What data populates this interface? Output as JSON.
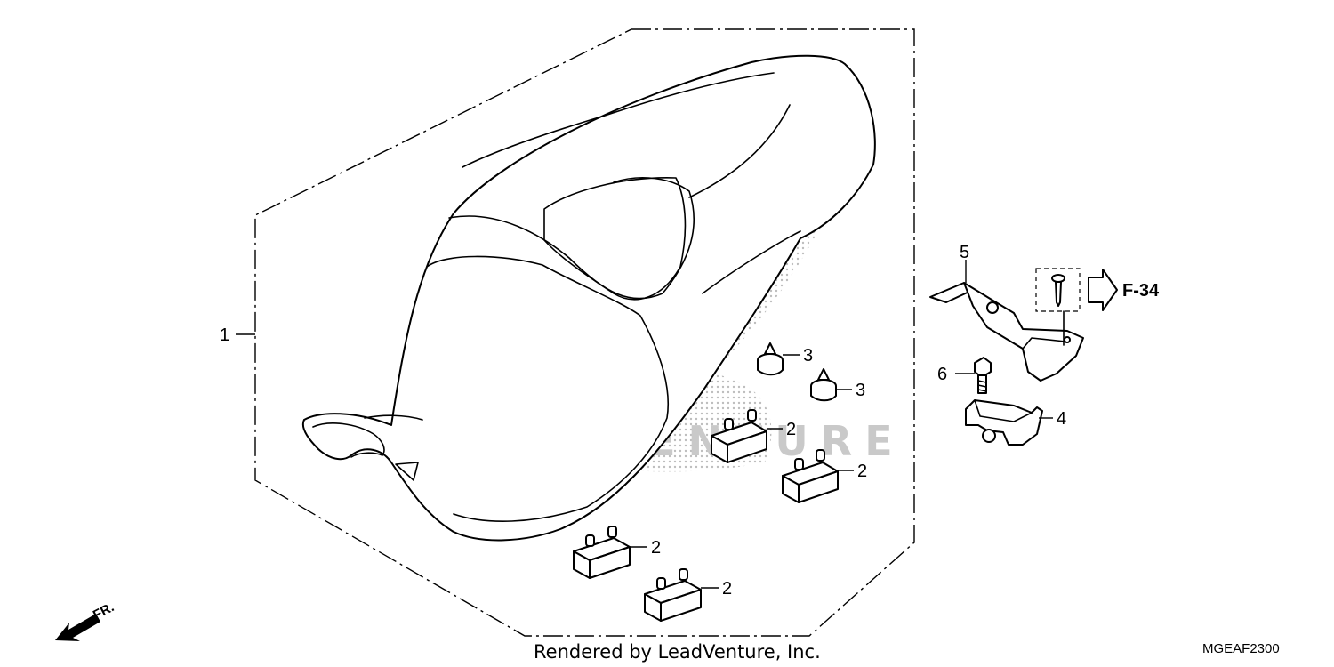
{
  "diagram": {
    "callouts": [
      {
        "id": "1",
        "label": "1"
      },
      {
        "id": "2a",
        "label": "2"
      },
      {
        "id": "2b",
        "label": "2"
      },
      {
        "id": "2c",
        "label": "2"
      },
      {
        "id": "2d",
        "label": "2"
      },
      {
        "id": "3a",
        "label": "3"
      },
      {
        "id": "3b",
        "label": "3"
      },
      {
        "id": "4",
        "label": "4"
      },
      {
        "id": "5",
        "label": "5"
      },
      {
        "id": "6",
        "label": "6"
      }
    ],
    "reference": {
      "label": "F-34"
    },
    "front_indicator": {
      "label": "FR."
    },
    "watermark": {
      "text": "LEADVENTURE"
    },
    "footer": {
      "credit": "Rendered by LeadVenture, Inc.",
      "code": "MGEAF2300"
    }
  }
}
